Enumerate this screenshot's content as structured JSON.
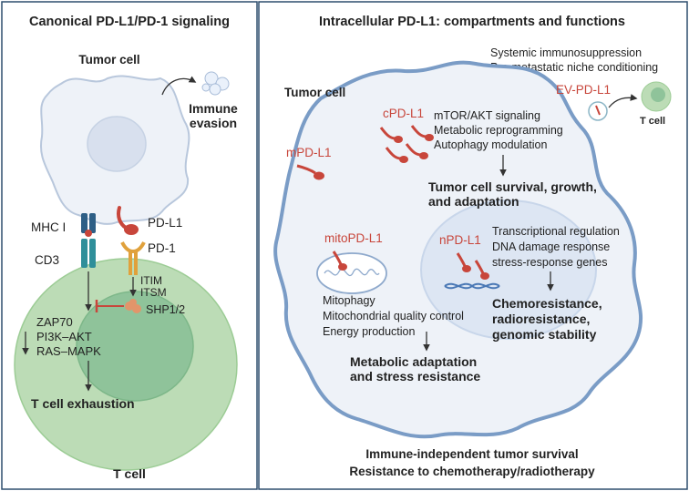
{
  "left_panel": {
    "title": "Canonical PD-L1/PD-1 signaling",
    "tumor_cell": "Tumor cell",
    "immune_evasion": [
      "Immune",
      "evasion"
    ],
    "mhc": "MHC I",
    "cd3": "CD3",
    "pdl1": "PD-L1",
    "pd1": "PD-1",
    "itim": "ITIM",
    "itsm": "ITSM",
    "shp": "SHP1/2",
    "pathways": [
      "ZAP70",
      "PI3K–AKT",
      "RAS–MAPK"
    ],
    "exhaustion": "T cell exhaustion",
    "t_cell": "T cell"
  },
  "right_panel": {
    "title": "Intracellular PD-L1: compartments and functions",
    "systemic": [
      "Systemic immunosuppression",
      "Pre-metastatic niche conditioning"
    ],
    "ev_pdl1": "EV-PD-L1",
    "t_cell_small": "T cell",
    "tumor_cell": "Tumor cell",
    "cpdl1": "cPD-L1",
    "cpdl1_functions": [
      "mTOR/AKT signaling",
      "Metabolic reprogramming",
      "Autophagy modulation"
    ],
    "mpdl1": "mPD-L1",
    "survival": [
      "Tumor cell survival, growth,",
      "and adaptation"
    ],
    "mito_pdl1": "mitoPD-L1",
    "npdl1": "nPD-L1",
    "nuclear_functions": [
      "Transcriptional regulation",
      "DNA damage response",
      "stress-response genes"
    ],
    "chemo": [
      "Chemoresistance,",
      "radioresistance,",
      "genomic stability"
    ],
    "mito_functions": [
      "Mitophagy",
      "Mitochondrial quality control",
      "Energy production"
    ],
    "metabolic": [
      "Metabolic adaptation",
      "and stress resistance"
    ],
    "bottom": [
      "Immune-independent tumor survival",
      "Resistance to chemotherapy/radiotherapy"
    ]
  },
  "colors": {
    "border": "#2f4f6f",
    "tumor_fill": "#eef2f8",
    "tumor_outline": "#7a9cc6",
    "tcell_outer": "#bcdcb6",
    "tcell_inner": "#8fc39a",
    "pdl1_red": "#c8463b",
    "pd1_orange": "#e0a13c",
    "mhc_blue": "#2e5f86",
    "cd3_teal": "#2f8f9a"
  }
}
